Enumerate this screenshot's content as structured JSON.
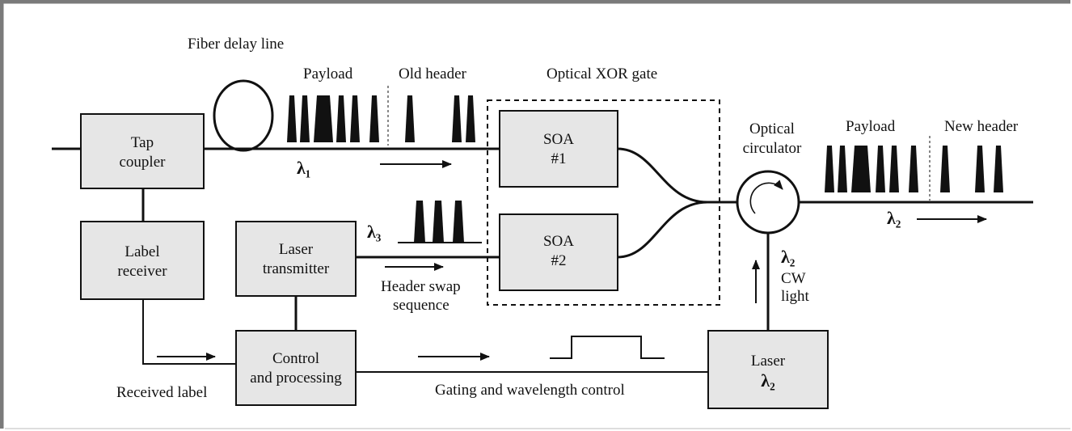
{
  "blocks": {
    "tap_coupler": [
      "Tap",
      "coupler"
    ],
    "label_receiver": [
      "Label",
      "receiver"
    ],
    "laser_transmitter": [
      "Laser",
      "transmitter"
    ],
    "control_processing": [
      "Control",
      "and processing"
    ],
    "soa1": [
      "SOA",
      "#1"
    ],
    "soa2": [
      "SOA",
      "#2"
    ],
    "laser_lambda2": [
      "Laser",
      "λ₂"
    ]
  },
  "labels": {
    "fiber_delay_line": "Fiber delay line",
    "payload_in": "Payload",
    "old_header": "Old header",
    "optical_xor_gate": "Optical XOR gate",
    "optical_circulator": [
      "Optical",
      "circulator"
    ],
    "payload_out": "Payload",
    "new_header": "New header",
    "lambda1": "λ₁",
    "lambda2_out": "λ₂",
    "lambda3": "λ₃",
    "lambda2_cw": "λ₂",
    "cw_light": [
      "CW",
      "light"
    ],
    "header_swap": [
      "Header swap",
      "sequence"
    ],
    "received_label": "Received label",
    "gating_control": "Gating and wavelength control"
  },
  "colors": {
    "frame": "#7a7a7a",
    "box_fill": "#e6e6e6",
    "ink": "#111111"
  }
}
